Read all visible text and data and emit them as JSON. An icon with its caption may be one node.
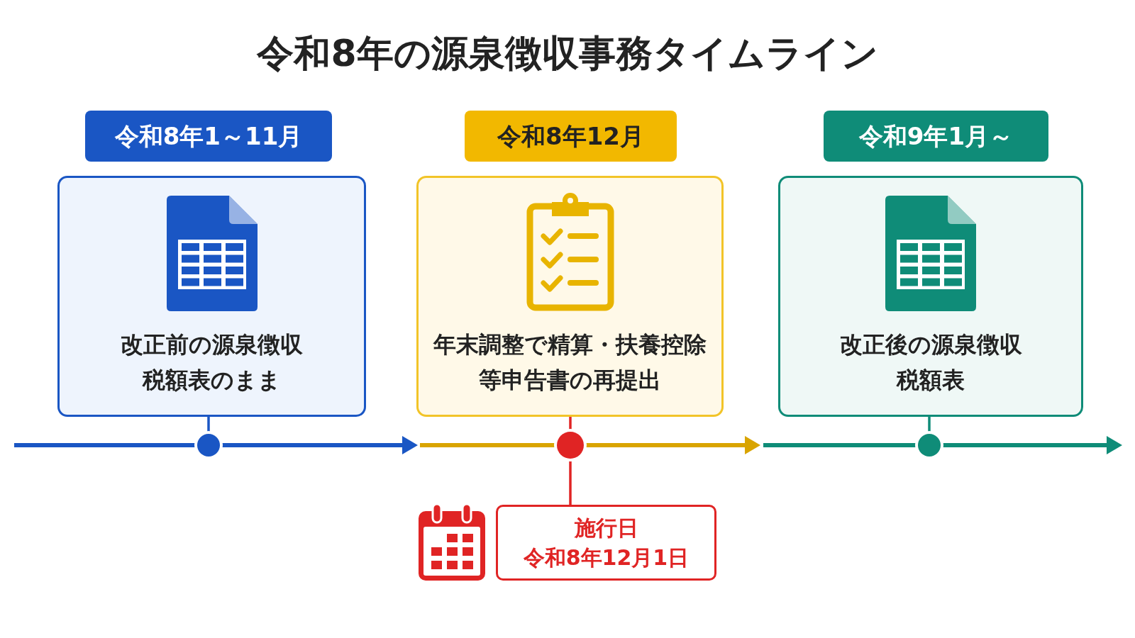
{
  "diagram": {
    "title": "令和8年の源泉徴収事務タイムライン",
    "nodes": [
      {
        "text": [
          "令和8年1～11月"
        ]
      },
      {
        "text": [
          "改正前の源泉徴収税額表のまま"
        ]
      },
      {
        "text": [
          "令和8年12月"
        ]
      },
      {
        "text": [
          "年末調整で精算・扶養控除等申告書の再提出"
        ]
      },
      {
        "text": [
          "令和9年1月～"
        ]
      },
      {
        "text": [
          "改正後の源泉徴収税額表"
        ]
      },
      {
        "text": [],
        "shape": "circle"
      },
      {
        "text": [],
        "shape": "circle"
      },
      {
        "text": [],
        "shape": "circle"
      },
      {
        "text": [
          "施行日",
          "令和8年12月1日"
        ]
      }
    ],
    "edges": [
      {
        "from": 1,
        "to": 6,
        "arrow": "none",
        "color": "#1a56c4"
      },
      {
        "from": 3,
        "to": 7,
        "arrow": "none",
        "color": "#e02424"
      },
      {
        "from": 7,
        "to": 9,
        "arrow": "none",
        "color": "#e02424"
      },
      {
        "from": 5,
        "to": 8,
        "arrow": "none",
        "color": "#0f8c78"
      }
    ]
  }
}
